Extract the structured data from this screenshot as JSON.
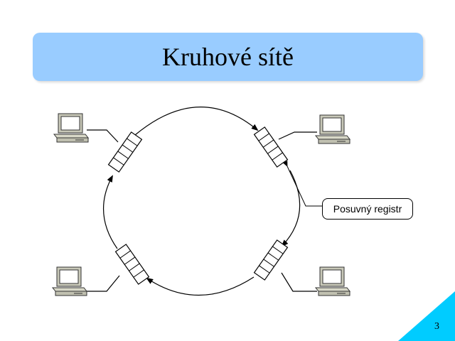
{
  "slide": {
    "title": "Kruhové sítě",
    "page_number": "3"
  },
  "diagram": {
    "callout_label": "Posuvný registr",
    "nodes": [
      {
        "id": "top-left",
        "icon": "computer-icon"
      },
      {
        "id": "top-right",
        "icon": "computer-icon"
      },
      {
        "id": "bottom-left",
        "icon": "computer-icon"
      },
      {
        "id": "bottom-right",
        "icon": "computer-icon"
      }
    ],
    "registers": [
      {
        "id": "top-left",
        "icon": "shift-register-icon"
      },
      {
        "id": "top-right",
        "icon": "shift-register-icon"
      },
      {
        "id": "bottom-left",
        "icon": "shift-register-icon"
      },
      {
        "id": "bottom-right",
        "icon": "shift-register-icon"
      }
    ],
    "line_color": "#000000",
    "computer_color": "#c8c8b8"
  },
  "colors": {
    "title_background": "#99ccff",
    "corner_accent": "#00ccff"
  }
}
